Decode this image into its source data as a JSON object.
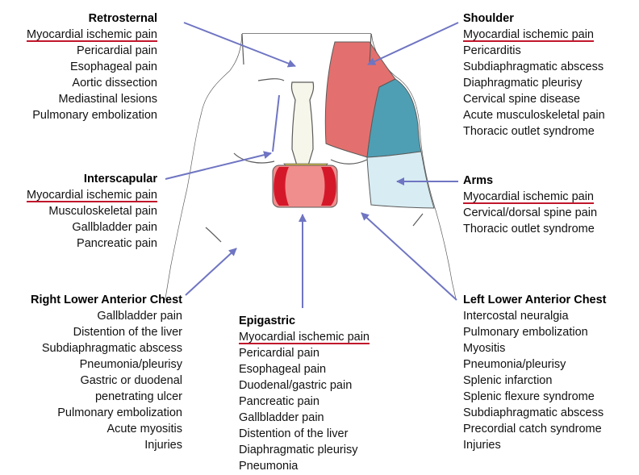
{
  "colors": {
    "outline": "#5b5b5b",
    "arrow": "#6f75c2",
    "shoulder_red": "#e3706e",
    "shoulder_blue": "#4e9fb4",
    "arm_light_blue": "#d8ecf3",
    "epigastric_pink": "#f08e8d",
    "epigastric_dark_red": "#d4182a",
    "sternum_fill": "#f7f6ea",
    "xiphoid_yellow": "#e6cf42",
    "underline_red": "#c0162b"
  },
  "regions": {
    "retrosternal": {
      "heading": "Retrosternal",
      "items": [
        "Myocardial ischemic pain",
        "Pericardial pain",
        "Esophageal pain",
        "Aortic dissection",
        "Mediastinal lesions",
        "Pulmonary embolization"
      ]
    },
    "interscapular": {
      "heading": "Interscapular",
      "items": [
        "Myocardial ischemic pain",
        "Musculoskeletal pain",
        "Gallbladder pain",
        "Pancreatic pain"
      ]
    },
    "right_lower_anterior_chest": {
      "heading": "Right Lower Anterior Chest",
      "items": [
        "Gallbladder pain",
        "Distention of the liver",
        "Subdiaphragmatic abscess",
        "Pneumonia/pleurisy",
        "Gastric or duodenal",
        "penetrating ulcer",
        "Pulmonary embolization",
        "Acute myositis",
        "Injuries"
      ]
    },
    "epigastric": {
      "heading": "Epigastric",
      "items": [
        "Myocardial ischemic pain",
        "Pericardial pain",
        "Esophageal pain",
        "Duodenal/gastric pain",
        "Pancreatic pain",
        "Gallbladder pain",
        "Distention of the liver",
        "Diaphragmatic pleurisy",
        "Pneumonia"
      ]
    },
    "shoulder": {
      "heading": "Shoulder",
      "items": [
        "Myocardial ischemic pain",
        "Pericarditis",
        "Subdiaphragmatic abscess",
        "Diaphragmatic pleurisy",
        "Cervical spine disease",
        "Acute musculoskeletal pain",
        "Thoracic outlet syndrome"
      ]
    },
    "arms": {
      "heading": "Arms",
      "items": [
        "Myocardial ischemic pain",
        "Cervical/dorsal spine pain",
        "Thoracic outlet syndrome"
      ]
    },
    "left_lower_anterior_chest": {
      "heading": "Left Lower Anterior Chest",
      "items": [
        "Intercostal neuralgia",
        "Pulmonary embolization",
        "Myositis",
        "Pneumonia/pleurisy",
        "Splenic infarction",
        "Splenic flexure syndrome",
        "Subdiaphragmatic abscess",
        "Precordial catch syndrome",
        "Injuries"
      ]
    }
  }
}
